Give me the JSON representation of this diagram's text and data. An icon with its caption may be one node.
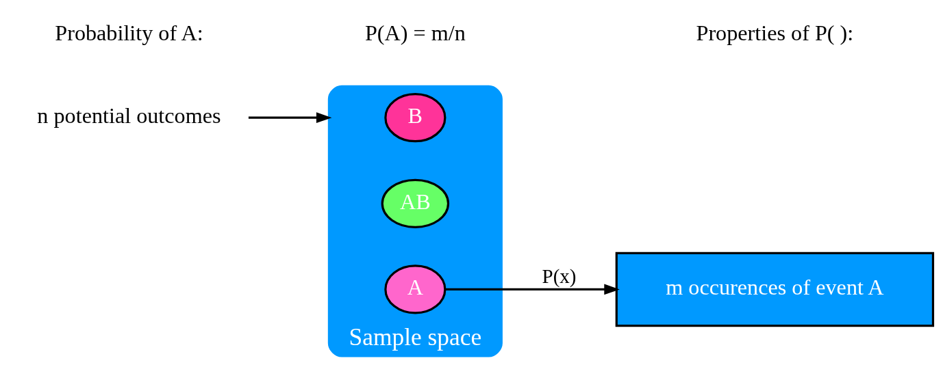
{
  "diagram": {
    "nodes": [
      {
        "text": [
          "Sample space"
        ]
      },
      {
        "text": [
          "B"
        ],
        "in": 0
      },
      {
        "text": [
          "AB"
        ],
        "in": 0
      },
      {
        "text": [
          "A"
        ],
        "in": 0
      },
      {
        "text": [
          "m occurences of event A"
        ]
      },
      {
        "text": [
          "n potential outcomes"
        ]
      }
    ],
    "edges": [
      {
        "from": 3,
        "to": 4,
        "arrow": "to",
        "label": "P(x)"
      },
      {
        "from": 5,
        "to": 0,
        "arrow": "to"
      }
    ],
    "labels": [
      "Probability of A:",
      "P(A) = m/n",
      "Properties of P( ):"
    ]
  }
}
